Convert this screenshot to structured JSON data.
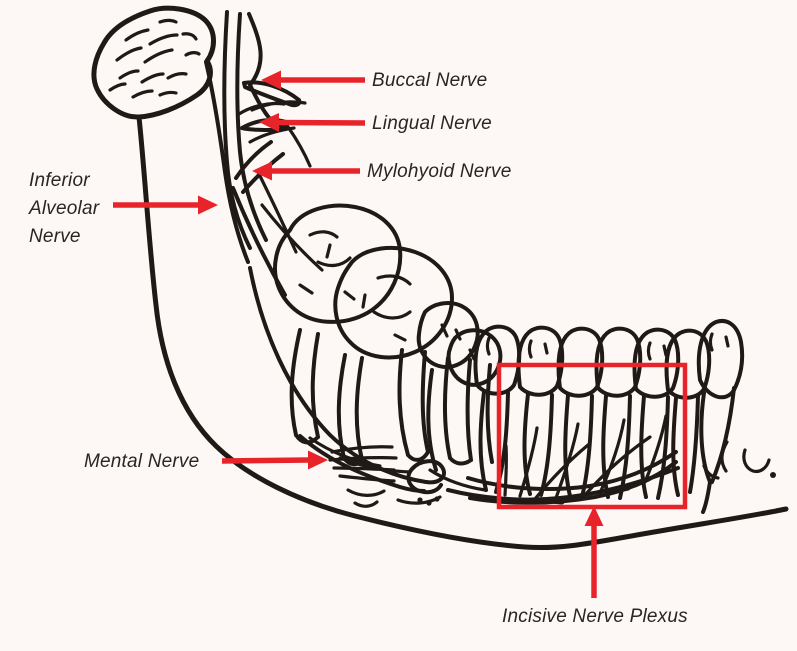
{
  "diagram": {
    "alt": "Black line drawing of a human mandible (lingual view) with teeth roots exposed, annotated in red with nerve names",
    "colors": {
      "annotation_red": "#e8242b",
      "line_ink": "#201a16",
      "background": "#fdf8f5",
      "label_text": "#2a2522"
    },
    "annotations": [
      {
        "id": "buccal",
        "label": "Buccal Nerve",
        "marker": "arrow",
        "direction": "left"
      },
      {
        "id": "lingual",
        "label": "Lingual Nerve",
        "marker": "arrow",
        "direction": "left"
      },
      {
        "id": "mylohyoid",
        "label": "Mylohyoid Nerve",
        "marker": "arrow",
        "direction": "left"
      },
      {
        "id": "inferior_alveolar",
        "label": "Inferior Alveolar Nerve",
        "marker": "arrow",
        "direction": "right"
      },
      {
        "id": "mental",
        "label": "Mental Nerve",
        "marker": "arrow",
        "direction": "right"
      },
      {
        "id": "incisive",
        "label": "Incisive Nerve Plexus",
        "marker": "arrow",
        "direction": "up",
        "highlight": "red-outline-box"
      }
    ]
  }
}
